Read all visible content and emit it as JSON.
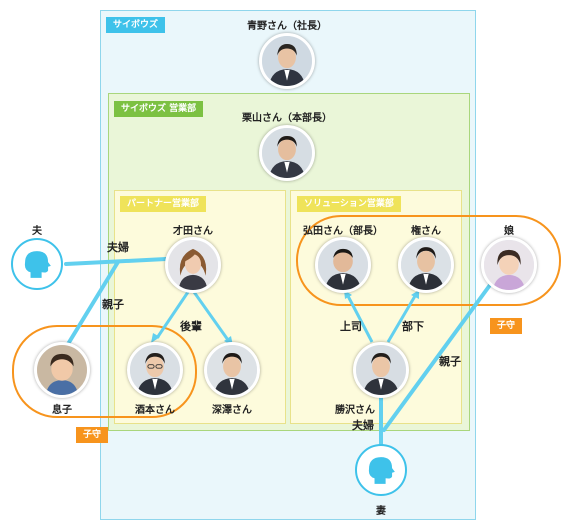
{
  "groups": {
    "cybozu": "サイボウズ",
    "sales": "サイボウズ 営業部",
    "partner": "パートナー営業部",
    "solution": "ソリューション営業部"
  },
  "people": {
    "aono": "青野さん（社長）",
    "kuriyama": "栗山さん（本部長）",
    "saita": "才田さん",
    "sakamoto": "酒本さん",
    "fukazawa": "深澤さん",
    "hirota": "弘田さん（部長）",
    "gon": "権さん",
    "katsuzawa": "勝沢さん",
    "husband": "夫",
    "wife": "妻",
    "son": "息子",
    "daughter": "娘"
  },
  "relations": {
    "couple_left": "夫婦",
    "parent_left": "親子",
    "senior": "後輩",
    "boss": "上司",
    "subordinate": "部下",
    "parent_right": "親子",
    "couple_right": "夫婦"
  },
  "badges": {
    "childcare_left": "子守",
    "childcare_right": "子守"
  },
  "colors": {
    "cybozu": "#3ec2ea",
    "sales": "#7cc142",
    "department": "#efe35a",
    "childcare": "#f7941d",
    "connector": "#62d0ef"
  },
  "icons": [
    "person-silhouette-icon"
  ]
}
